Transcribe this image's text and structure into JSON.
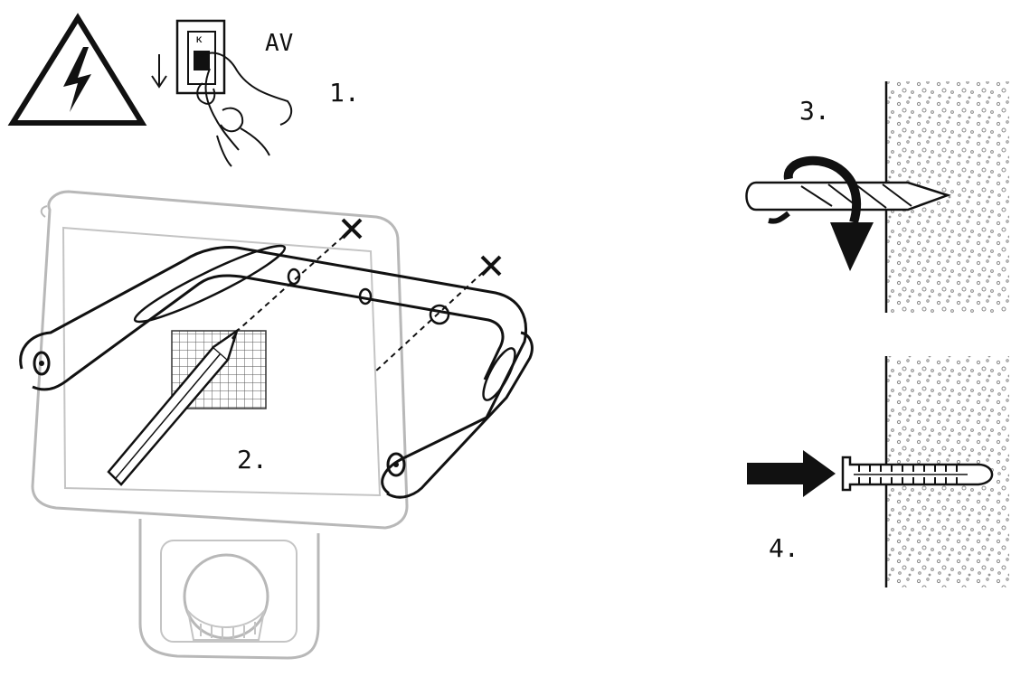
{
  "labels": {
    "switch_text": "AV",
    "step1": "1.",
    "step2": "2.",
    "step3": "3.",
    "step4": "4."
  },
  "colors": {
    "ink": "#111111",
    "faint": "#b8b8b8",
    "wall": "#8a8a8a"
  }
}
